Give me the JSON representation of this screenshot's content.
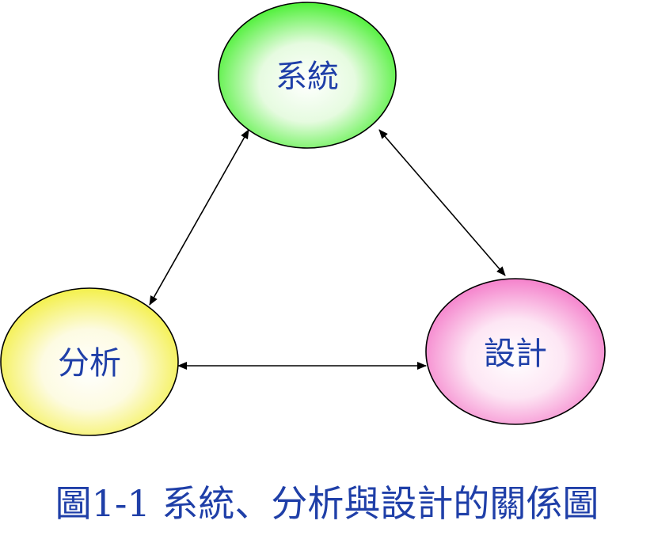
{
  "nodes": {
    "system": {
      "label": "系統",
      "color": "#33ee1a"
    },
    "analysis": {
      "label": "分析",
      "color": "#f2ee30"
    },
    "design": {
      "label": "設計",
      "color": "#f36fc4"
    }
  },
  "caption": "圖1-1 系統、分析與設計的關係圖"
}
